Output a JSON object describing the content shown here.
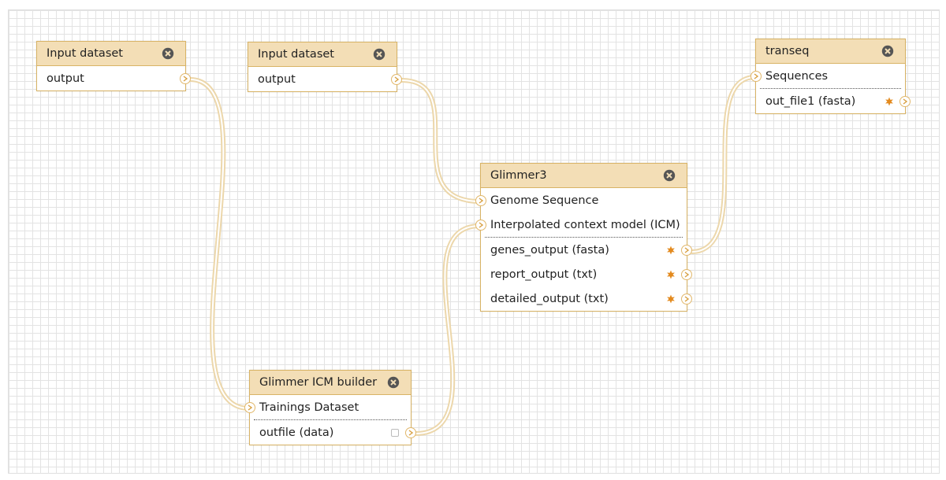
{
  "nodes": {
    "input_dataset_1": {
      "title": "Input dataset",
      "outputs": [
        "output"
      ]
    },
    "input_dataset_2": {
      "title": "Input dataset",
      "outputs": [
        "output"
      ]
    },
    "glimmer3": {
      "title": "Glimmer3",
      "inputs": [
        "Genome Sequence",
        "Interpolated context model (ICM)"
      ],
      "outputs": [
        "genes_output (fasta)",
        "report_output (txt)",
        "detailed_output (txt)"
      ]
    },
    "transeq": {
      "title": "transeq",
      "inputs": [
        "Sequences"
      ],
      "outputs": [
        "out_file1 (fasta)"
      ]
    },
    "icm_builder": {
      "title": "Glimmer ICM builder",
      "inputs": [
        "Trainings Dataset"
      ],
      "outputs": [
        "outfile (data)"
      ]
    }
  },
  "colors": {
    "node_border": "#d8b365",
    "node_header": "#f3deb6",
    "wire": "#ecd7ab",
    "badge_star": "#e38a1e"
  },
  "icons": {
    "close": "close-icon",
    "terminal": "chevron-right-icon",
    "badge_star": "star-icon",
    "badge_empty": "square-icon"
  }
}
